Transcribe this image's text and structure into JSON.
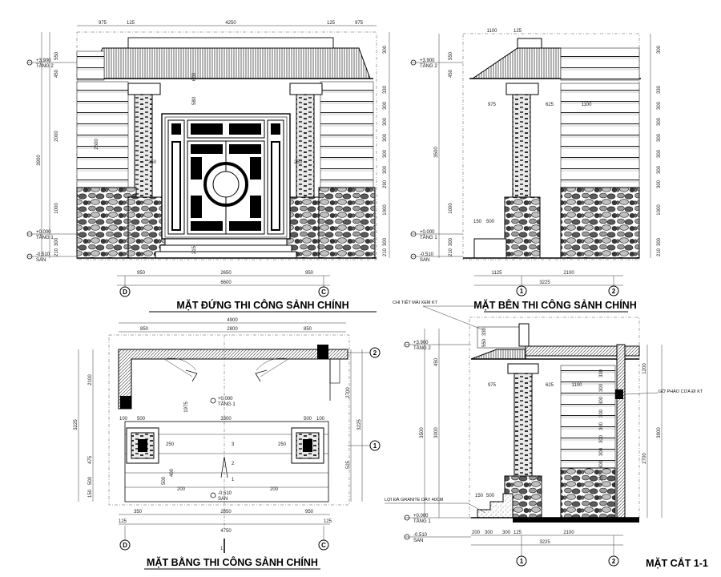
{
  "titles": {
    "front": "MẶT ĐỨNG THI CÔNG SẢNH CHÍNH",
    "side": "MẶT BÊN THI CÔNG SẢNH CHÍNH",
    "plan": "MẶT BẰNG THI CÔNG SẢNH CHÍNH",
    "section": "MẶT CẮT 1-1"
  },
  "levels": {
    "top": "+3.900",
    "top_name": "TẦNG 2",
    "floor": "+0.000",
    "floor_name": "TẦNG 1",
    "ground": "-0.510",
    "ground_name": "SAN",
    "plan_floor": "+0.000",
    "plan_floor_name": "TẦNG 1",
    "plan_ground": "-0.510",
    "plan_ground_name": "SAN"
  },
  "grid_labels": {
    "d": "D",
    "c": "C",
    "one": "1",
    "two": "2"
  },
  "notes": {
    "detail_eave": "CHI TIẾT MÁI XEM KT",
    "granite": "LỢI ĐÁ GRANITE DÀY 40CM",
    "window_frame": "GỜ PHÀO CỬA ĐI KT"
  },
  "front_dims": {
    "top": [
      "975",
      "125",
      "4250",
      "125",
      "975"
    ],
    "bottom_parts": [
      "950",
      "2650",
      "950"
    ],
    "bottom_total": "6600",
    "left_total": "3900",
    "left_parts": [
      "550",
      "450",
      "2000",
      "1000",
      "300",
      "210"
    ],
    "right_parts": [
      "300",
      "330",
      "300",
      "300",
      "300",
      "300",
      "300",
      "290",
      "1000",
      "300",
      "210"
    ],
    "inner": [
      "2600",
      "250",
      "250",
      "580",
      "600",
      "215"
    ]
  },
  "side_dims": {
    "top": [
      "1100",
      "125"
    ],
    "inner": [
      "975",
      "625",
      "1100"
    ],
    "bottom_parts": [
      "1125",
      "2100"
    ],
    "bottom_total": "3225",
    "left_total": "3500",
    "left_parts": [
      "550",
      "450",
      "1000",
      "300",
      "210"
    ],
    "right_parts": [
      "300",
      "330",
      "300",
      "300",
      "300",
      "300",
      "300",
      "300",
      "1000",
      "300",
      "210"
    ],
    "step": [
      "150",
      "500"
    ]
  },
  "plan_dims": {
    "top_total": "4900",
    "top_parts": [
      "850",
      "2800",
      "850"
    ],
    "bottom_parts": [
      "350",
      "2850",
      "950"
    ],
    "bottom_total": "4750",
    "bottom_small": [
      "125",
      "125"
    ],
    "left_total": "3225",
    "left_parts": [
      "2100",
      "475",
      "500",
      "150"
    ],
    "right_total": "3225",
    "right_parts": [
      "2700",
      "525"
    ],
    "inner": [
      "1975",
      "3300",
      "500",
      "500",
      "500",
      "400",
      "200",
      "200",
      "250",
      "250",
      "100",
      "100"
    ],
    "steps": [
      "3",
      "2",
      "1"
    ]
  },
  "section_dims": {
    "top_parts": [
      "330",
      "550"
    ],
    "inner": [
      "975",
      "625",
      "1100"
    ],
    "bottom_parts": [
      "200",
      "300",
      "300",
      "125",
      "2100"
    ],
    "bottom_total": "3225",
    "left_total": "3500",
    "left_parts": [
      "450",
      "3000"
    ],
    "right_total": "3900",
    "right_parts": [
      "1200",
      "2700"
    ],
    "right_inner": [
      "330",
      "300",
      "300",
      "300",
      "300",
      "300",
      "300",
      "300",
      "250"
    ],
    "step": [
      "150",
      "500"
    ]
  }
}
